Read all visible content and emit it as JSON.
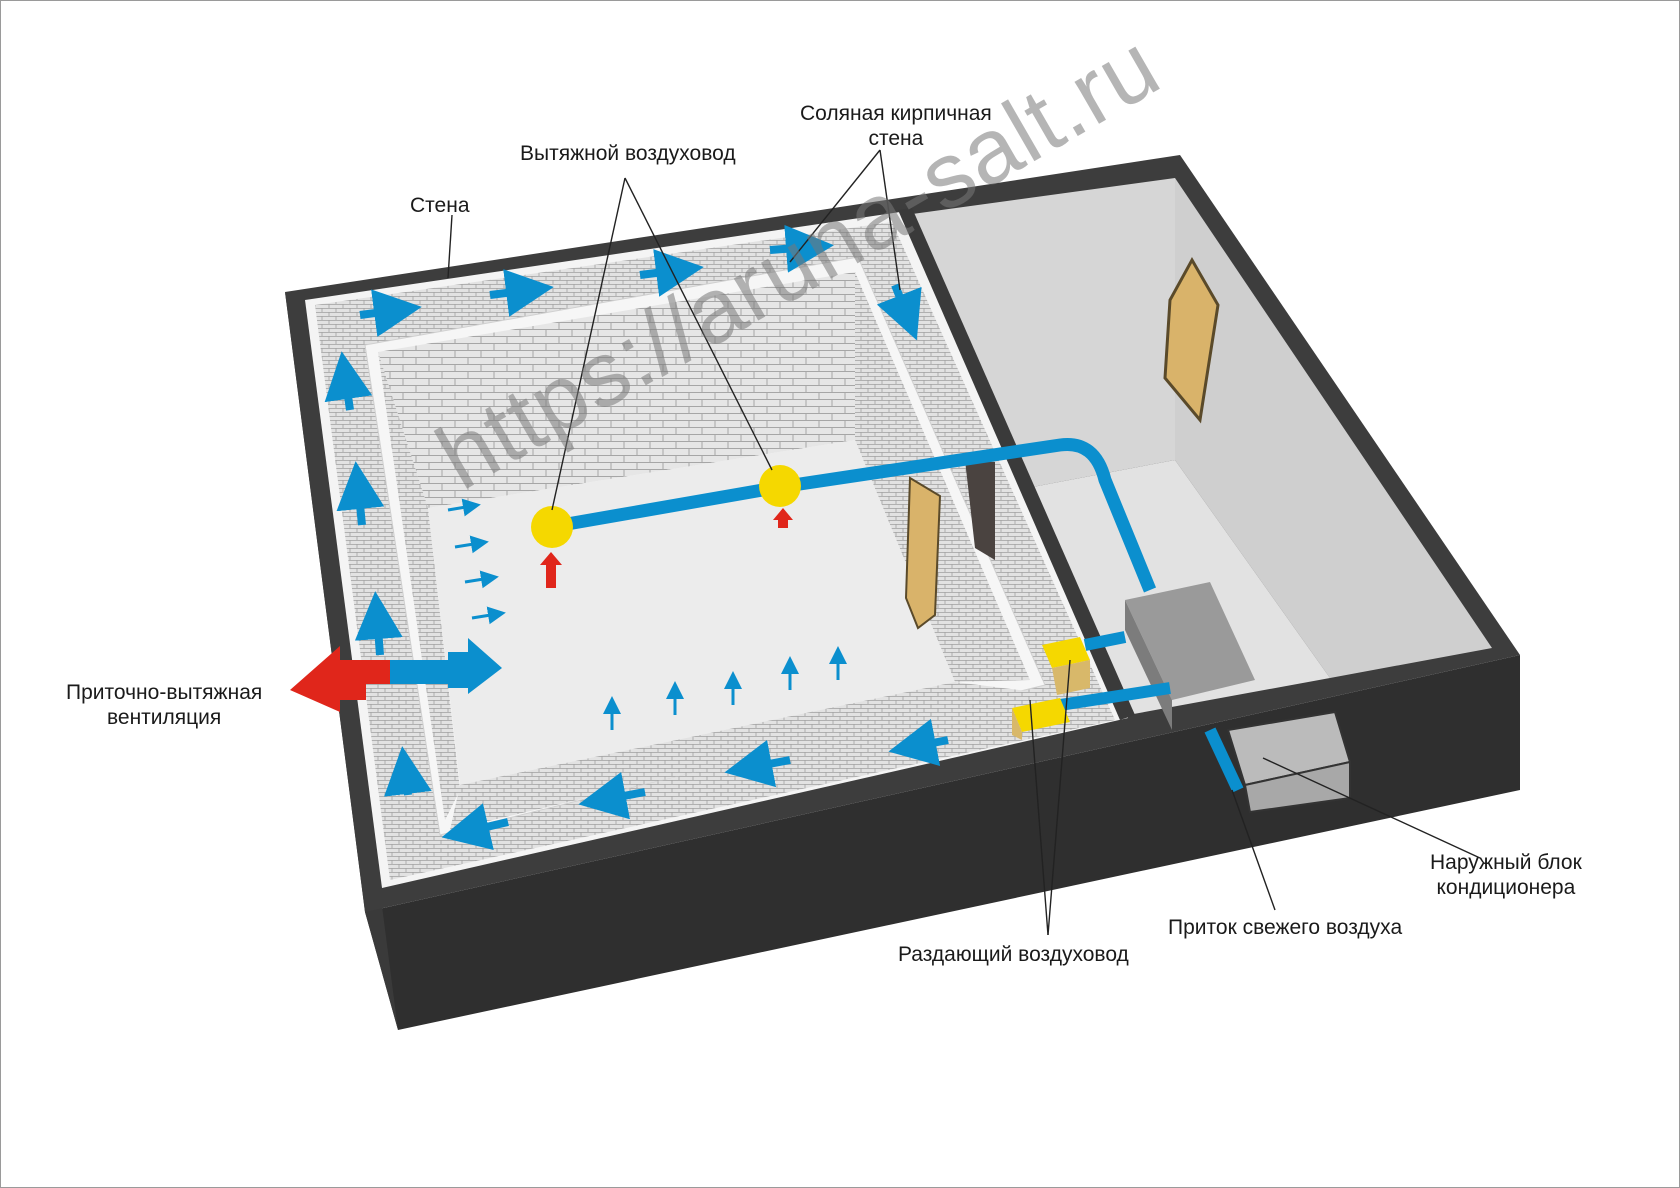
{
  "labels": {
    "wall": "Стена",
    "salt_wall_line1": "Соляная кирпичная",
    "salt_wall_line2": "стена",
    "exhaust_duct": "Вытяжной воздуховод",
    "ventilation_line1": "Приточно-вытяжная",
    "ventilation_line2": "вентиляция",
    "outdoor_unit_line1": "Наружный блок",
    "outdoor_unit_line2": "кондиционера",
    "fresh_air": "Приток свежего воздуха",
    "supply_duct": "Раздающий воздуховод"
  },
  "watermark": "https://aruna-salt.ru",
  "colors": {
    "outer_wall": "#3a3a3a",
    "brick": "#e4e4e4",
    "floor": "#ececec",
    "duct_blue": "#0b8fce",
    "exhaust_red": "#e0261b",
    "yellow": "#f5d800",
    "door": "#d9b36a",
    "unit_gray": "#9a9a9a"
  }
}
